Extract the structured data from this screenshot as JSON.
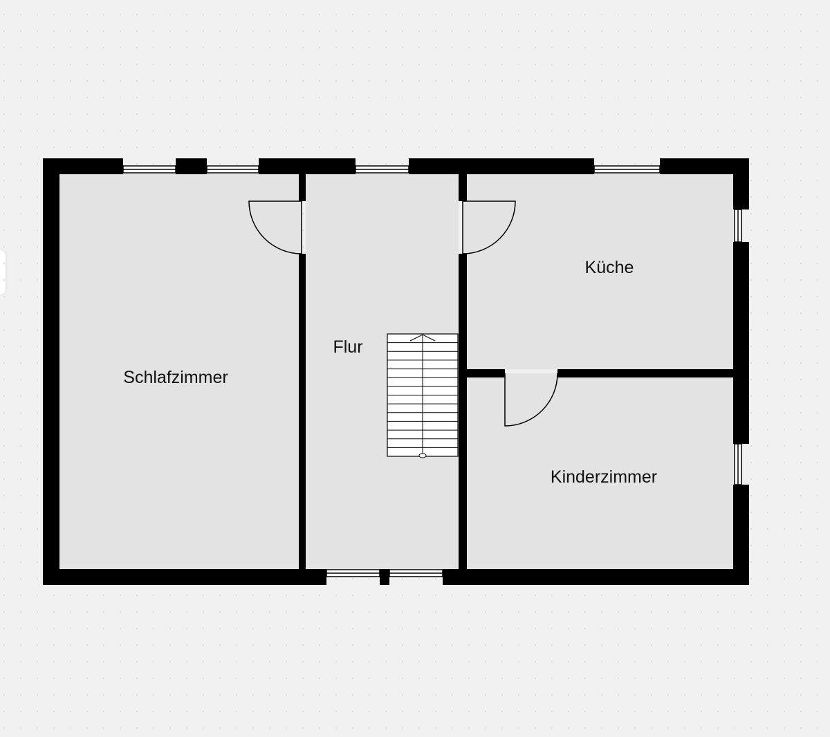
{
  "rooms": {
    "schlafzimmer": "Schlafzimmer",
    "flur": "Flur",
    "kueche": "Küche",
    "kinderzimmer": "Kinderzimmer"
  },
  "colors": {
    "background": "#f1f1f1",
    "grid_marker": "#a9c7e8",
    "wall": "#000000",
    "floor": "#e3e3e3"
  },
  "icons": {
    "stairs": "stairs-icon",
    "door": "door-swing-icon",
    "window": "window-icon",
    "grid": "grid-plus-icon"
  }
}
